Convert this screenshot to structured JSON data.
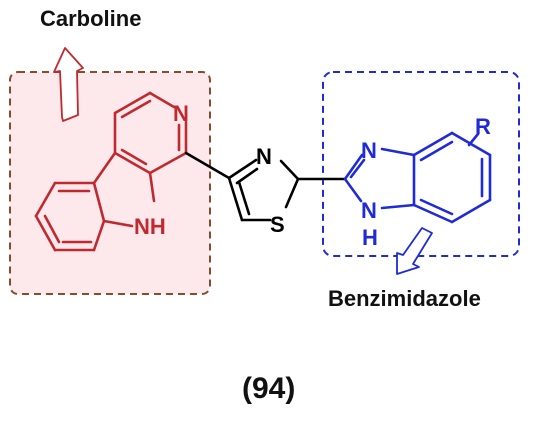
{
  "labels": {
    "carboline": "Carboline",
    "benzimidazole": "Benzimidazole",
    "compound_number": "(94)"
  },
  "atoms": {
    "pyridine_n": "N",
    "indole_nh": "NH",
    "thiazole_n": "N",
    "thiazole_s": "S",
    "imidazole_n": "N",
    "imidazole_nh_n": "N",
    "imidazole_nh_h": "H",
    "substituent_r": "R"
  },
  "colors": {
    "carboline": "#c0292f",
    "carboline_box_border": "#8b4a2b",
    "carboline_box_fill": "#fde9ec",
    "benzimidazole": "#1f2bd6",
    "linker": "#000000",
    "text": "#111111"
  },
  "icons": {
    "carboline_pointer": "hollow-arrow-up-right",
    "benzimidazole_pointer": "hollow-arrow-down-left"
  }
}
